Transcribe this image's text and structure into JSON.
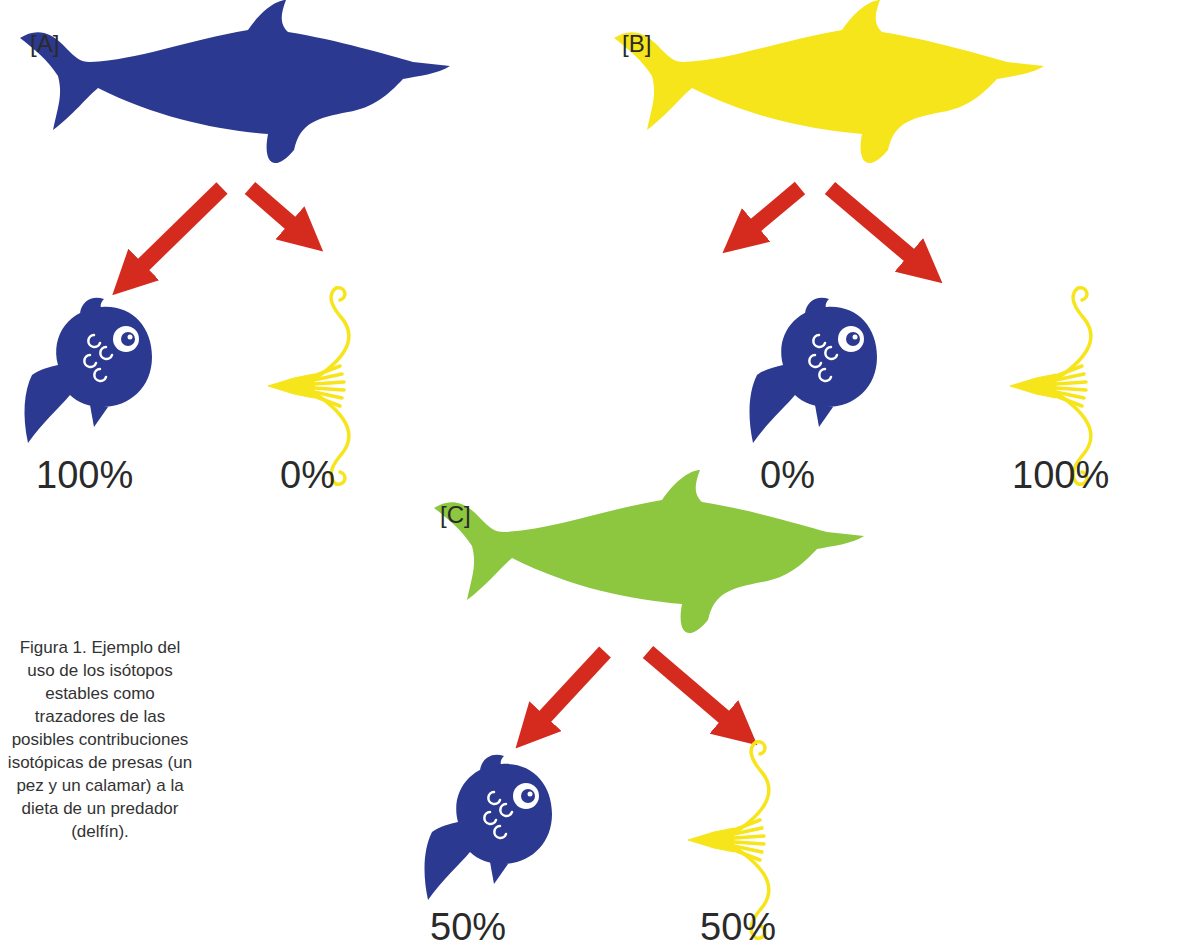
{
  "diagram": {
    "caption": "Figura 1. Ejemplo del uso de los isótopos estables como trazadores de las posibles contribuciones isotópicas de presas (un pez y un calamar) a la dieta de un predador (delfín).",
    "labels": [
      "[A]",
      "100%",
      "0%",
      "[B]",
      "0%",
      "100%",
      "[C]",
      "50%",
      "50%"
    ]
  }
}
